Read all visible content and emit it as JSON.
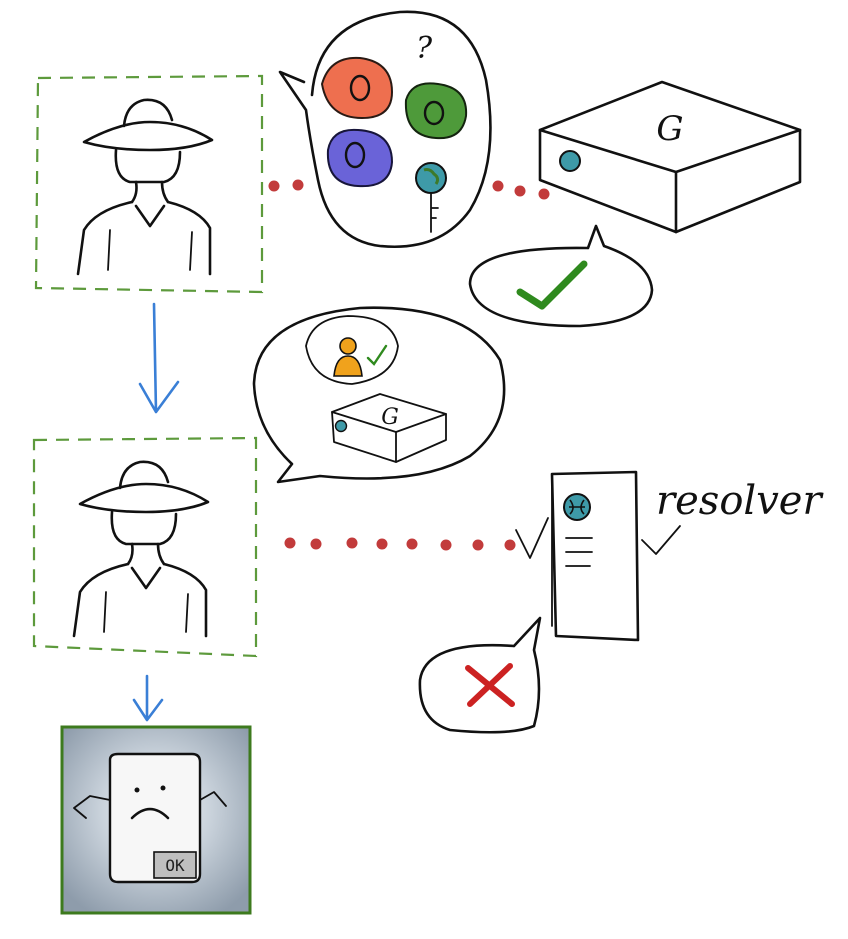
{
  "labels": {
    "resolver": "resolver",
    "ok_button": "OK",
    "question_mark": "?",
    "box_letter": "G"
  },
  "colors": {
    "frame_dash": "#5d9a3c",
    "flow_arrow": "#3a7fd6",
    "dot_red": "#c23b3b",
    "check_green": "#2f8a1e",
    "cross_red": "#cc2222",
    "cell_orange": "#ee6f4f",
    "cell_green": "#4e9a3a",
    "cell_purple": "#6a63d8",
    "person_orange": "#f0a21c",
    "globe_teal": "#3e9aa8"
  },
  "icons": [
    "person-hat-icon",
    "g-box-icon",
    "cell-orange-icon",
    "cell-green-icon",
    "cell-purple-icon",
    "globe-key-icon",
    "checkmark-icon",
    "cross-icon",
    "resolver-document-icon",
    "sad-dialog-icon"
  ]
}
